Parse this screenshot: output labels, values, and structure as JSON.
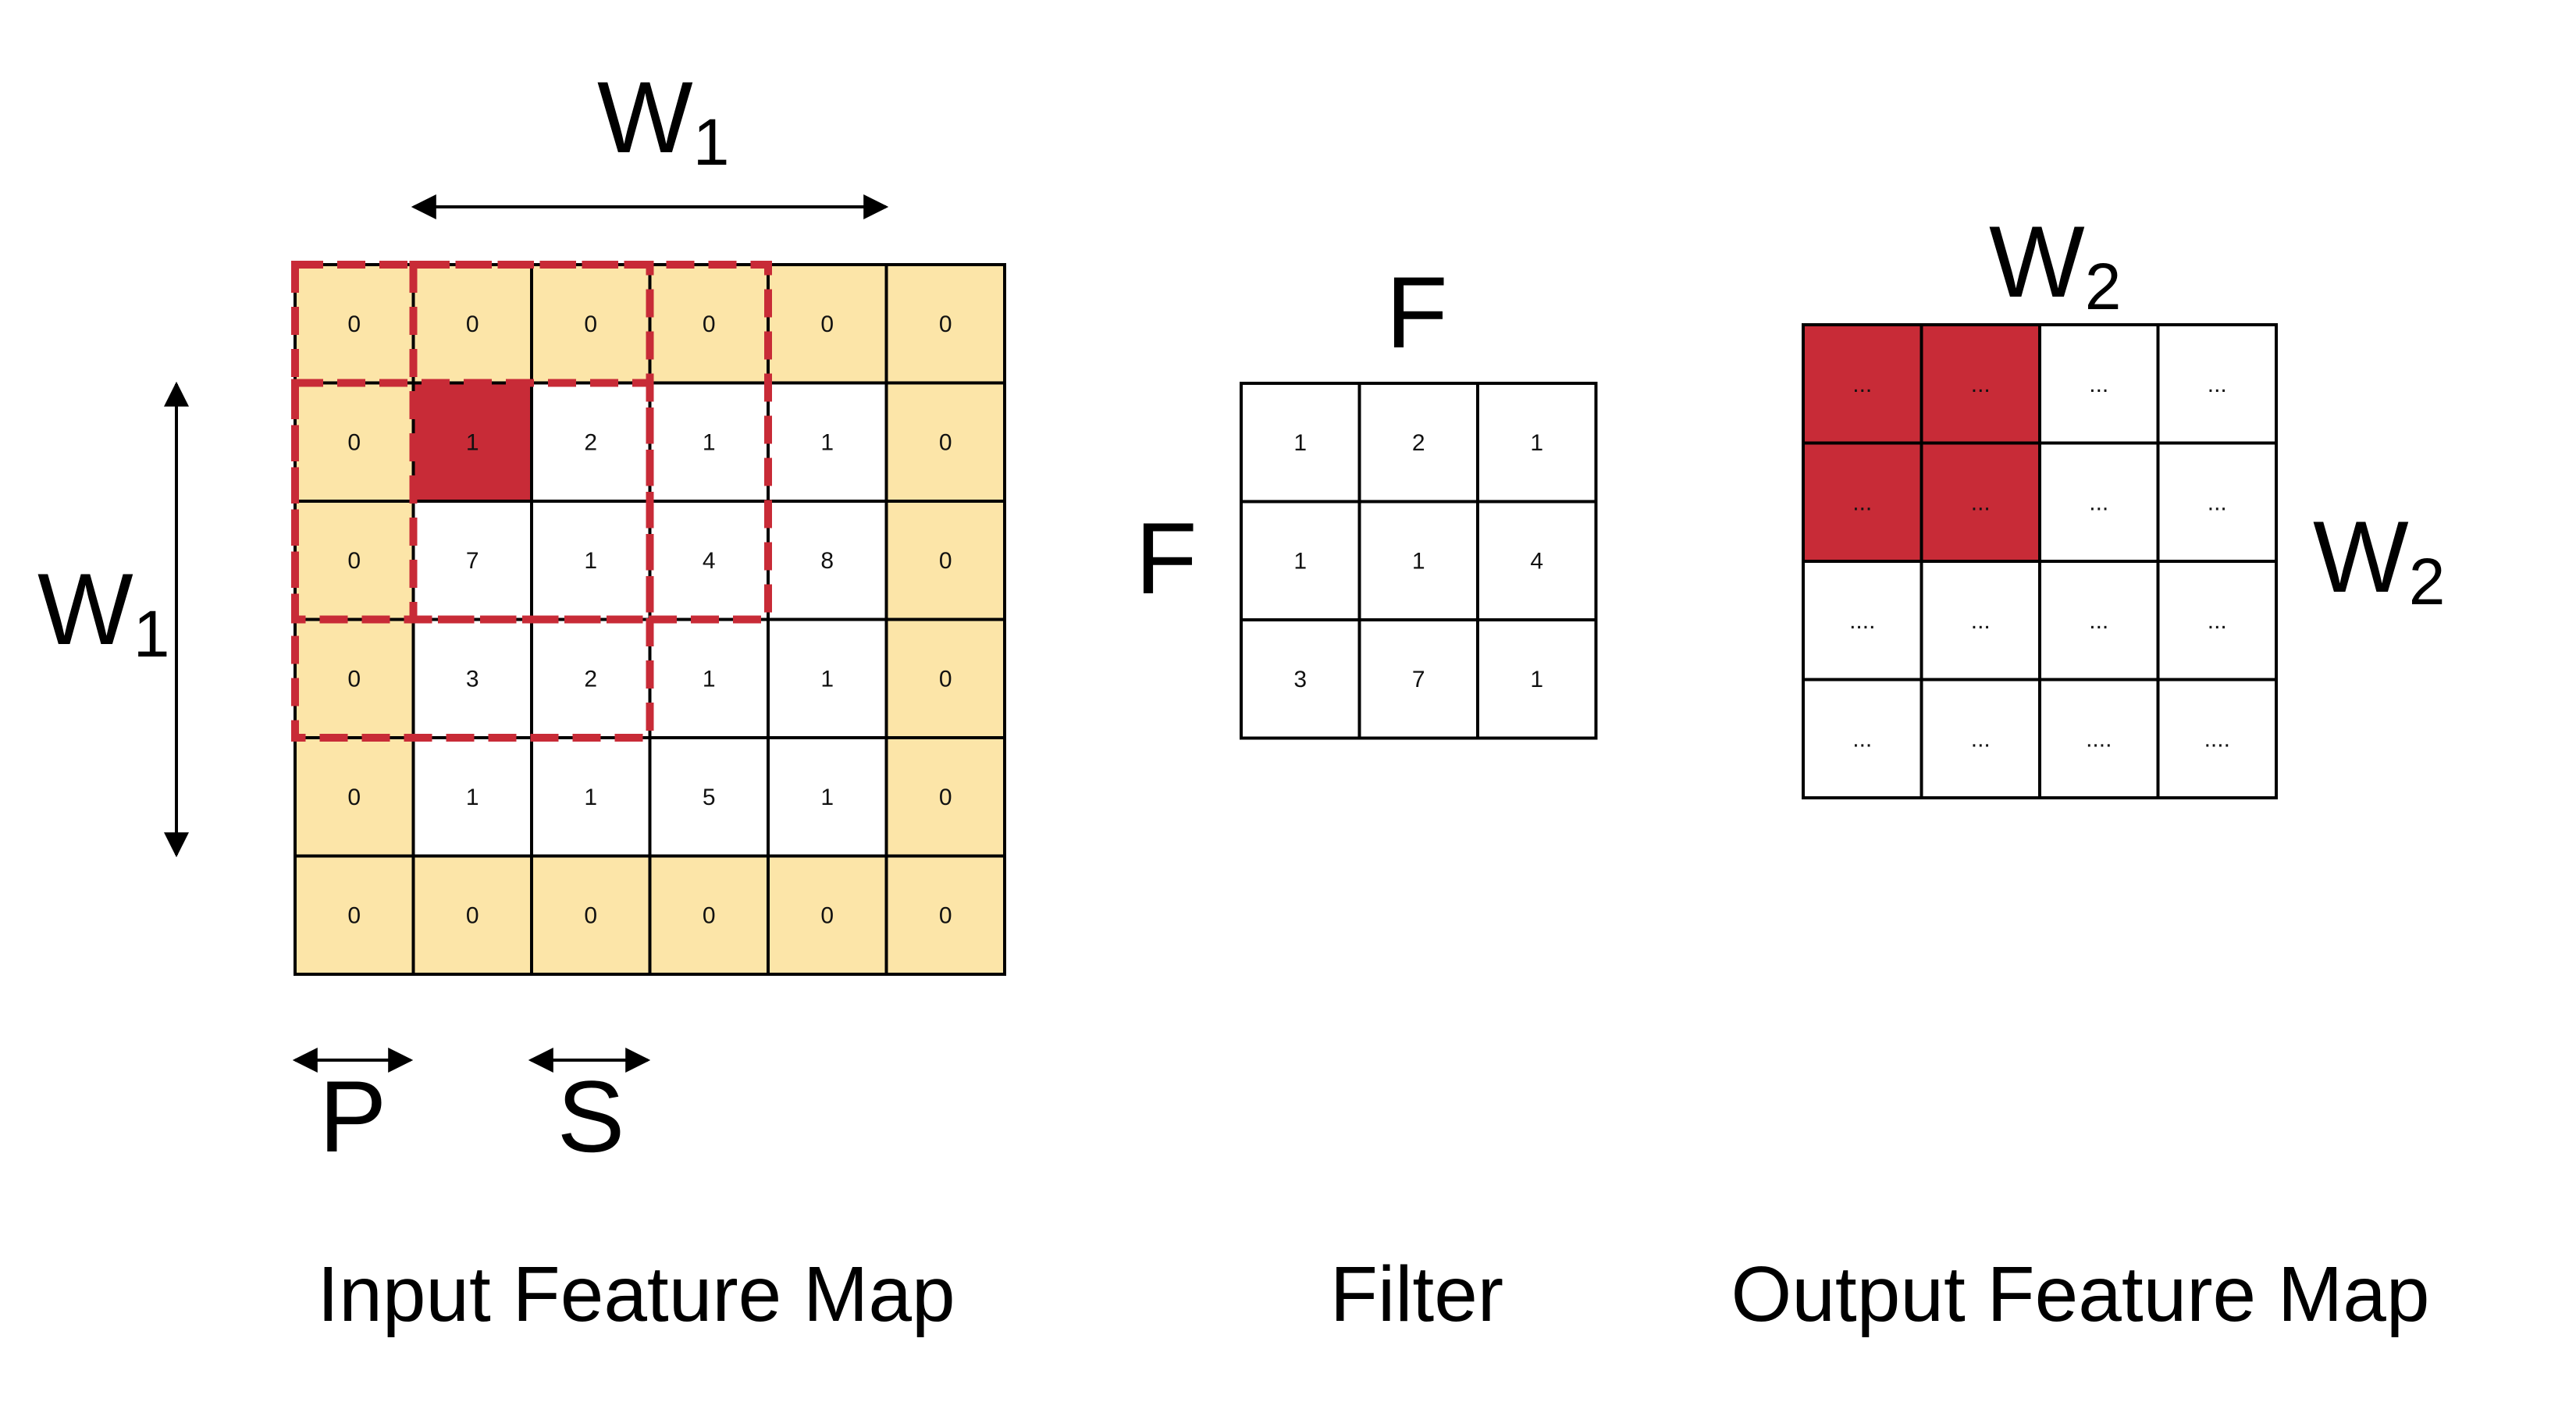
{
  "colors": {
    "padding_cell": "#FCE5A8",
    "plain_cell": "#FFFFFF",
    "highlight_cell": "#C82B37",
    "window_dash": "#C82B37",
    "grid_line": "#000000"
  },
  "input_map": {
    "caption": "Input Feature Map",
    "rows": [
      [
        "0",
        "0",
        "0",
        "0",
        "0",
        "0"
      ],
      [
        "0",
        "1",
        "2",
        "1",
        "1",
        "0"
      ],
      [
        "0",
        "7",
        "1",
        "4",
        "8",
        "0"
      ],
      [
        "0",
        "3",
        "2",
        "1",
        "1",
        "0"
      ],
      [
        "0",
        "1",
        "1",
        "5",
        "1",
        "0"
      ],
      [
        "0",
        "0",
        "0",
        "0",
        "0",
        "0"
      ]
    ],
    "padding_width": 1,
    "highlight_cell": [
      1,
      1
    ],
    "width_label": {
      "main": "W",
      "sub": "1"
    },
    "height_label": {
      "main": "W",
      "sub": "1"
    },
    "padding_label": "P",
    "stride_label": "S"
  },
  "filter": {
    "caption": "Filter",
    "rows": [
      [
        "1",
        "2",
        "1"
      ],
      [
        "1",
        "1",
        "4"
      ],
      [
        "3",
        "7",
        "1"
      ]
    ],
    "width_label": "F",
    "height_label": "F"
  },
  "output_map": {
    "caption": "Output Feature Map",
    "rows": [
      [
        "...",
        "...",
        "...",
        "..."
      ],
      [
        "...",
        "...",
        "...",
        "..."
      ],
      [
        "....",
        "...",
        "...",
        "..."
      ],
      [
        "...",
        "...",
        "....",
        "...."
      ]
    ],
    "highlight_cells": [
      [
        0,
        0
      ],
      [
        0,
        1
      ],
      [
        1,
        0
      ],
      [
        1,
        1
      ]
    ],
    "width_label": {
      "main": "W",
      "sub": "2"
    },
    "height_label": {
      "main": "W",
      "sub": "2"
    }
  }
}
